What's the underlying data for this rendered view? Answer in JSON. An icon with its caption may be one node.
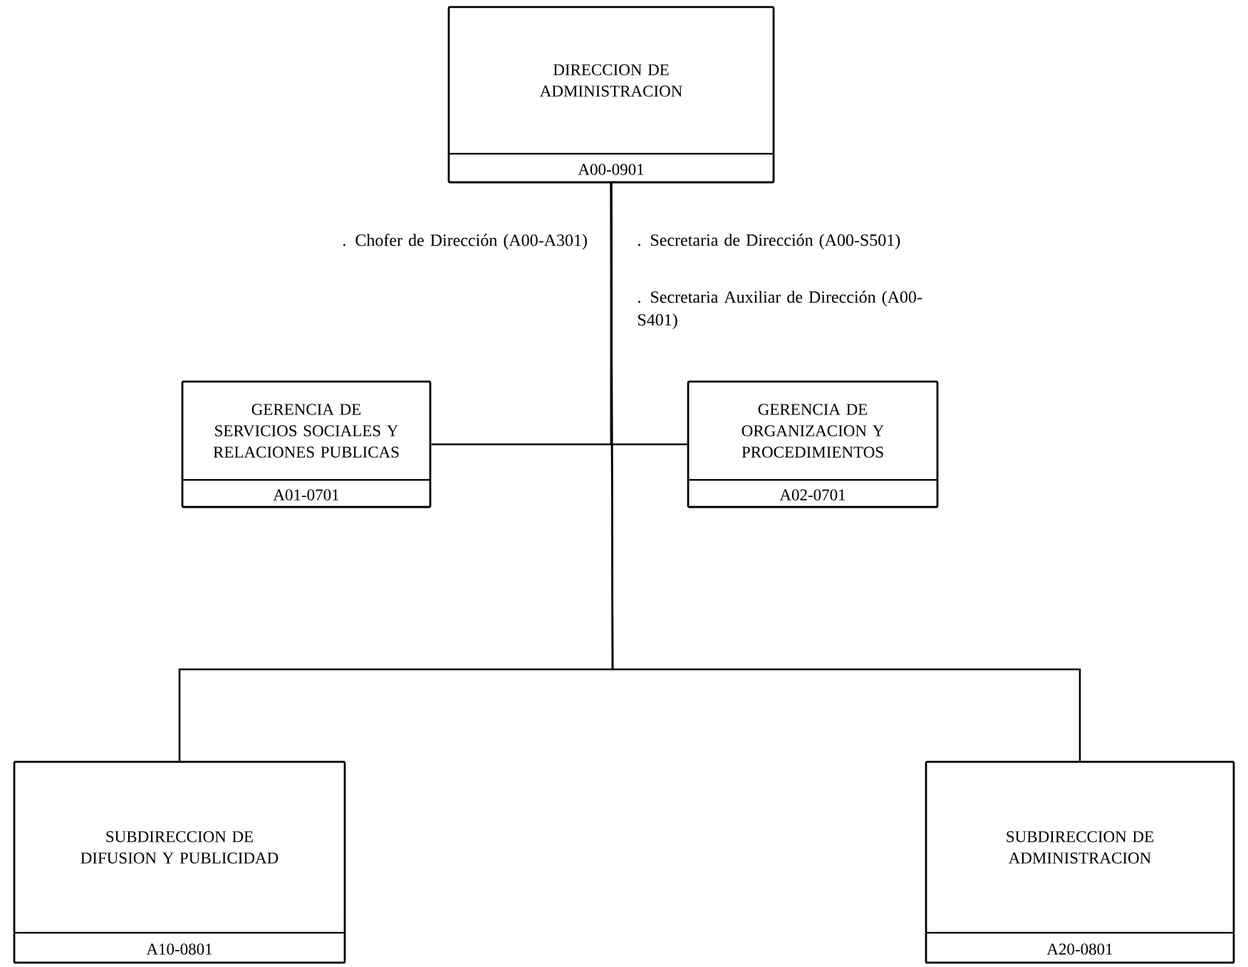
{
  "diagram": {
    "nodes": [
      {
        "text": [
          "DIRECCION DE ADMINISTRACION",
          "A00-0901"
        ]
      },
      {
        "text": [
          "GERENCIA DE SERVICIOS SOCIALES Y RELACIONES PUBLICAS",
          "A01-0701"
        ]
      },
      {
        "text": [
          "GERENCIA DE ORGANIZACION Y PROCEDIMIENTOS",
          "A02-0701"
        ]
      },
      {
        "text": [
          "SUBDIRECCION DE DIFUSION Y PUBLICIDAD",
          "A10-0801"
        ]
      },
      {
        "text": [
          "SUBDIRECCION DE ADMINISTRACION",
          "A20-0801"
        ]
      }
    ],
    "edges": [
      {
        "from": 0,
        "to": 1,
        "arrow": "none"
      },
      {
        "from": 0,
        "to": 2,
        "arrow": "none"
      },
      {
        "from": 0,
        "to": 3,
        "arrow": "none"
      },
      {
        "from": 0,
        "to": 4,
        "arrow": "none"
      }
    ],
    "labels": [
      ". Chofer de Dirección (A00-A301)",
      ". Secretaria de Dirección (A00-S501)",
      ". Secretaria Auxiliar de Dirección (A00-S401)"
    ]
  }
}
